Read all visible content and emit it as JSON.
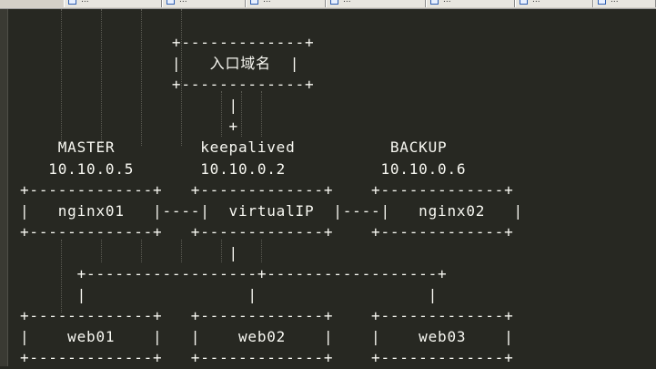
{
  "tabs": [
    {
      "label": "..."
    },
    {
      "label": "..."
    },
    {
      "label": "..."
    },
    {
      "label": "..."
    },
    {
      "label": "..."
    },
    {
      "label": "..."
    },
    {
      "label": "..."
    }
  ],
  "editor": {
    "lines": [
      "                +-------------+",
      "                |   入口域名  |",
      "                +-------------+",
      "                      |",
      "                      +",
      "    MASTER         keepalived          BACKUP",
      "   10.10.0.5       10.10.0.2          10.10.0.6",
      "+-------------+   +-------------+    +-------------+",
      "|   nginx01   |----|  virtualIP  |----|   nginx02   |",
      "+-------------+   +-------------+    +-------------+",
      "                      |",
      "      +------------------+------------------+",
      "      |                 |                  |",
      "+-------------+   +-------------+    +-------------+",
      "|    web01    |   |    web02    |    |    web03    |",
      "+-------------+   +-------------+    +-------------+"
    ]
  }
}
